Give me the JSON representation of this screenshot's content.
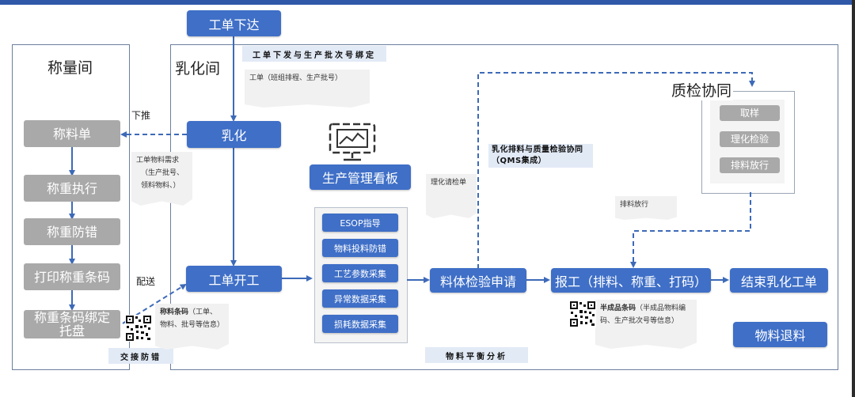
{
  "regions": {
    "weighing": "称量间",
    "emulsify": "乳化间",
    "qc": "质检协同"
  },
  "nodes": {
    "work_order_issue": "工单下达",
    "emulsify": "乳化",
    "board": "生产管理看板",
    "work_order_start": "工单开工",
    "inspection_request": "料体检验申请",
    "report": "报工（排料、称重、打码）",
    "finish": "结束乳化工单",
    "material_return": "物料退料"
  },
  "weighing_steps": [
    "称料单",
    "称重执行",
    "称重防错",
    "打印称重条码",
    "称重条码绑定托盘"
  ],
  "esop_steps": [
    "ESOP指导",
    "物料投料防错",
    "工艺参数采集",
    "异常数据采集",
    "损耗数据采集"
  ],
  "qc_steps": [
    "取样",
    "理化检验",
    "排料放行"
  ],
  "banners": {
    "bind": "工单下发与生产批次号绑定",
    "handover": "交接防错",
    "balance": "物料平衡分析",
    "qms": "乳化排料与质量检验协同（QMS集成）"
  },
  "notes": {
    "work_order": "工单（班组排程、生产批号）",
    "material_demand_title": "工单物料需求",
    "material_demand_body": "（生产批号、领料物料、）",
    "weigh_code_title": "称料条码",
    "weigh_code_body": "（工单、物料、批号等信息）",
    "inspection_note": "理化请检单",
    "release_note": "排料放行",
    "semi_code_title": "半成品条码",
    "semi_code_body": "（半成品物料编码、生产批次号等信息）"
  },
  "labels": {
    "push_down": "下推",
    "deliver": "配送"
  },
  "colors": {
    "primary": "#3f6fc7",
    "step_gray": "#a9a9a9",
    "line": "#3d6ab8",
    "banner_bg": "#e2eaf6"
  }
}
